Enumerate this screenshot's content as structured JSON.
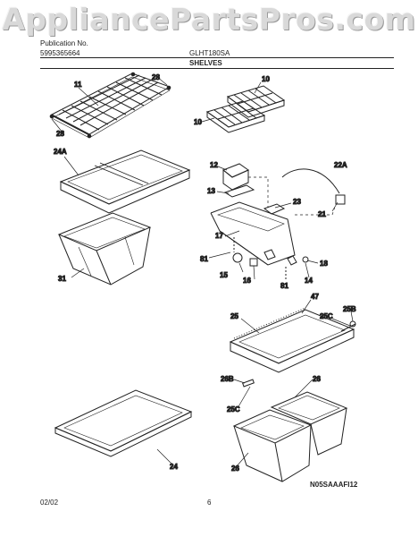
{
  "watermark": "AppliancePartsPros.com",
  "header": {
    "publication_label": "Publication No.",
    "publication_number": "5995365664",
    "model": "GLHT180SA",
    "section_title": "SHELVES"
  },
  "callouts": [
    "28",
    "11",
    "28",
    "10",
    "10",
    "24A",
    "12",
    "22A",
    "13",
    "23",
    "21",
    "17",
    "81",
    "15",
    "16",
    "81",
    "14",
    "18",
    "31",
    "47",
    "25B",
    "25",
    "25C",
    "26B",
    "26",
    "25C",
    "26",
    "24"
  ],
  "footer": {
    "date": "02/02",
    "page": "6",
    "drawing_code": "N05SAAAFI12"
  }
}
